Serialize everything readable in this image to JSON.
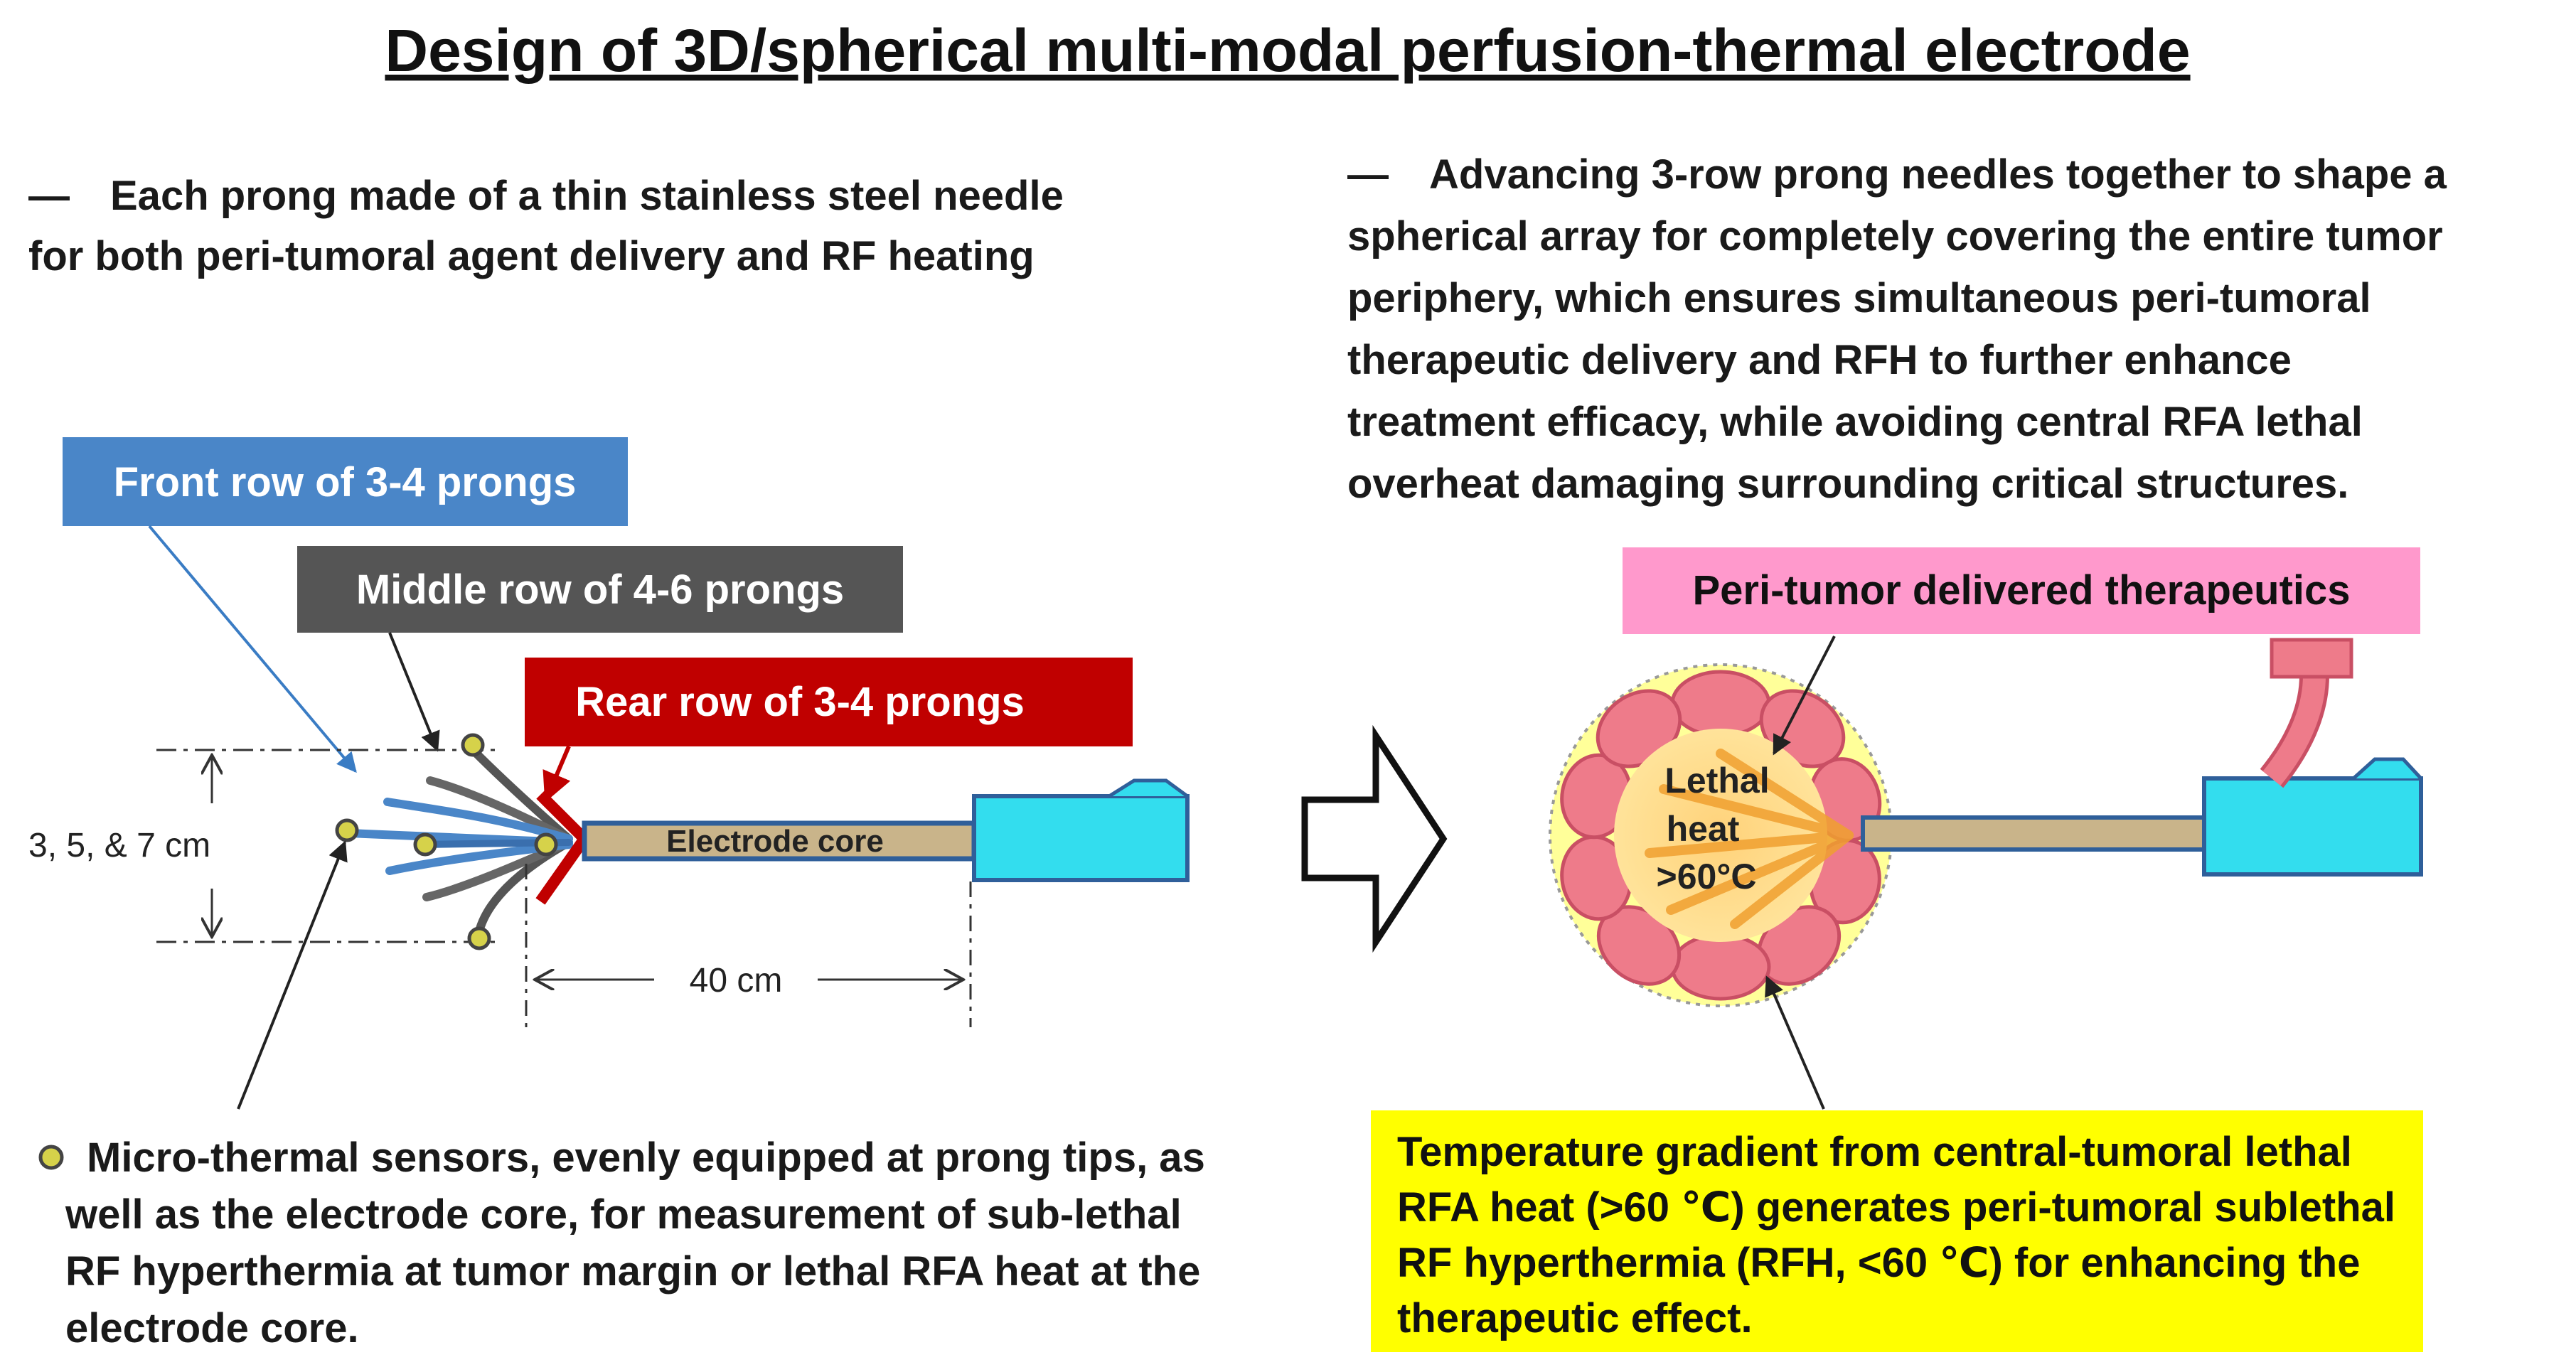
{
  "title": "Design of 3D/spherical multi-modal perfusion-thermal electrode",
  "left_desc": {
    "dash": "—",
    "line1": "Each prong made of a thin stainless steel needle",
    "line2": "for both peri-tumoral agent delivery and RF heating"
  },
  "right_desc": {
    "dash": "—",
    "line1": "Advancing 3-row prong needles together to shape a",
    "line2": "spherical array for completely covering the entire tumor",
    "line3": "periphery, which ensures simultaneous peri-tumoral",
    "line4": "therapeutic delivery and RFH to further enhance",
    "line5": "treatment efficacy, while avoiding central RFA lethal",
    "line6": "overheat damaging surrounding critical structures."
  },
  "labels": {
    "front_row": "Front row of 3-4 prongs",
    "middle_row": "Middle row of 4-6 prongs",
    "rear_row": "Rear row of 3-4 prongs",
    "diameter": "3, 5, & 7 cm",
    "electrode_core": "Electrode core",
    "length": "40 cm",
    "peri_tumor": "Peri-tumor delivered therapeutics",
    "lethal1": "Lethal",
    "lethal2": "heat",
    "lethal3": ">60°C"
  },
  "sensor_note": {
    "line1": "Micro-thermal sensors, evenly equipped at prong tips, as",
    "line2": "well as the electrode core, for measurement of sub-lethal",
    "line3": "RF hyperthermia at tumor margin or lethal RFA heat at the",
    "line4": "electrode core."
  },
  "gradient_note": {
    "line1": "Temperature gradient from central-tumoral lethal",
    "line2": "RFA heat (>60 ℃) generates peri-tumoral sublethal",
    "line3": "RF hyperthermia (RFH, <60 ℃) for enhancing the",
    "line4": "therapeutic effect."
  },
  "colors": {
    "front_blue": "#4a86c8",
    "middle_gray": "#555555",
    "rear_red": "#c00000",
    "handle_cyan": "#33ddee",
    "core_tan": "#c9b48a",
    "pink_box": "#ff99cc",
    "yellow_box": "#ffff00",
    "tumor_yellow": "#ffff99",
    "tumor_pink": "#ee7b8a",
    "heat_orange": "#f5b84a"
  }
}
